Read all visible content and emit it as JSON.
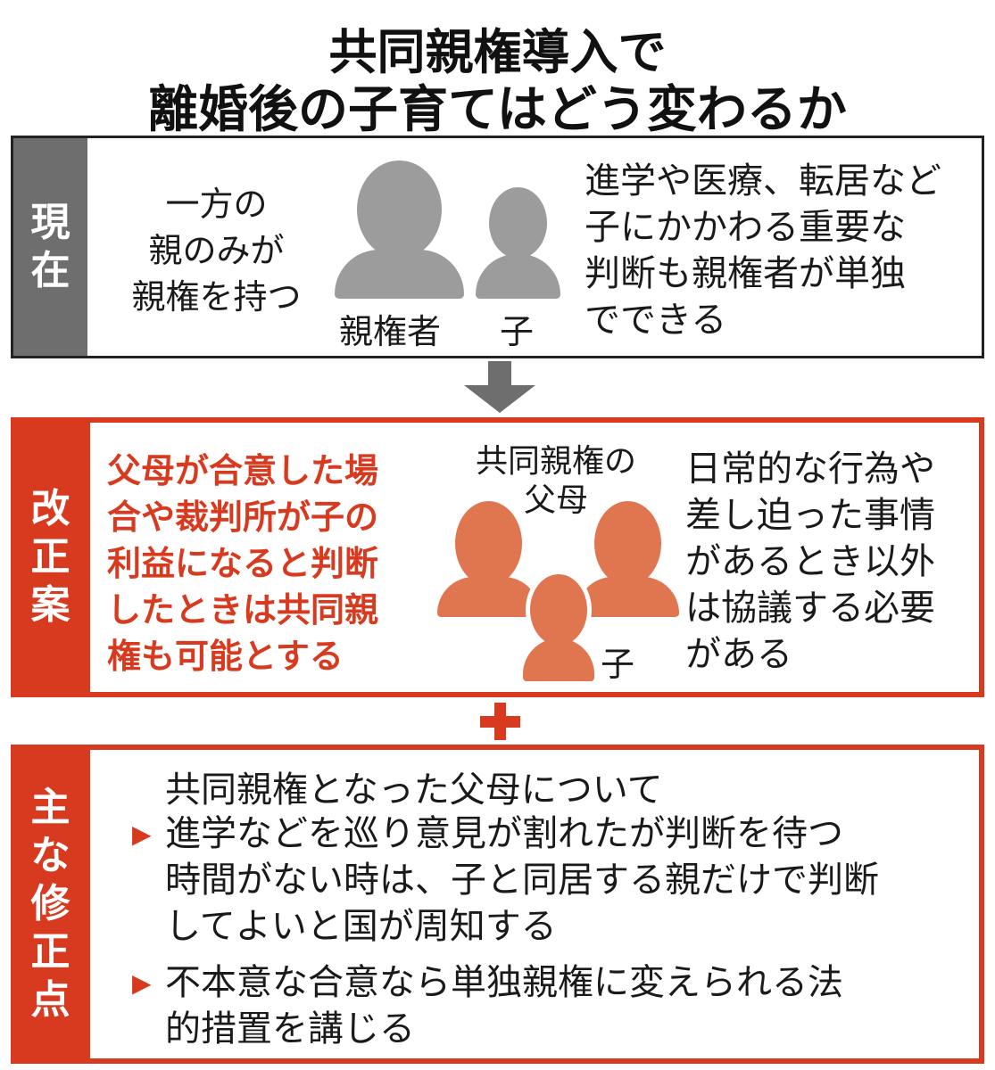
{
  "title": {
    "line1": "共同親権導入で",
    "line2": "離婚後の子育てはどう変わるか"
  },
  "colors": {
    "red": "#d83a1f",
    "figure_orange": "#e07650",
    "gray": "#6e6e6e",
    "silhouette_gray": "#9c9c9c"
  },
  "current": {
    "label": [
      "現",
      "在"
    ],
    "summary": [
      "一方の",
      "親のみが",
      "親権を持つ"
    ],
    "figure_labels": {
      "parent": "親権者",
      "child": "子"
    },
    "detail": [
      "進学や医療、転居など",
      "子にかかわる重要な",
      "判断も親権者が単独",
      "でできる"
    ]
  },
  "proposal": {
    "label": [
      "改",
      "正",
      "案"
    ],
    "summary": [
      "父母が合意した場",
      "合や裁判所が子の",
      "利益になると判断",
      "したときは共同親",
      "権も可能とする"
    ],
    "figure_labels": {
      "parents_line1": "共同親権の",
      "parents_line2": "父母",
      "child": "子"
    },
    "detail": [
      "日常的な行為や",
      "差し迫った事情",
      "があるとき以外",
      "は協議する必要",
      "がある"
    ]
  },
  "amendments": {
    "label": [
      "主",
      "な",
      "修",
      "正",
      "点"
    ],
    "intro": "共同親権となった父母について",
    "bullet": "▶",
    "items": [
      [
        "進学などを巡り意見が割れたが判断を待つ",
        "時間がない時は、子と同居する親だけで判断",
        "してよいと国が周知する"
      ],
      [
        "不本意な合意なら単独親権に変えられる法",
        "的措置を講じる"
      ]
    ]
  }
}
